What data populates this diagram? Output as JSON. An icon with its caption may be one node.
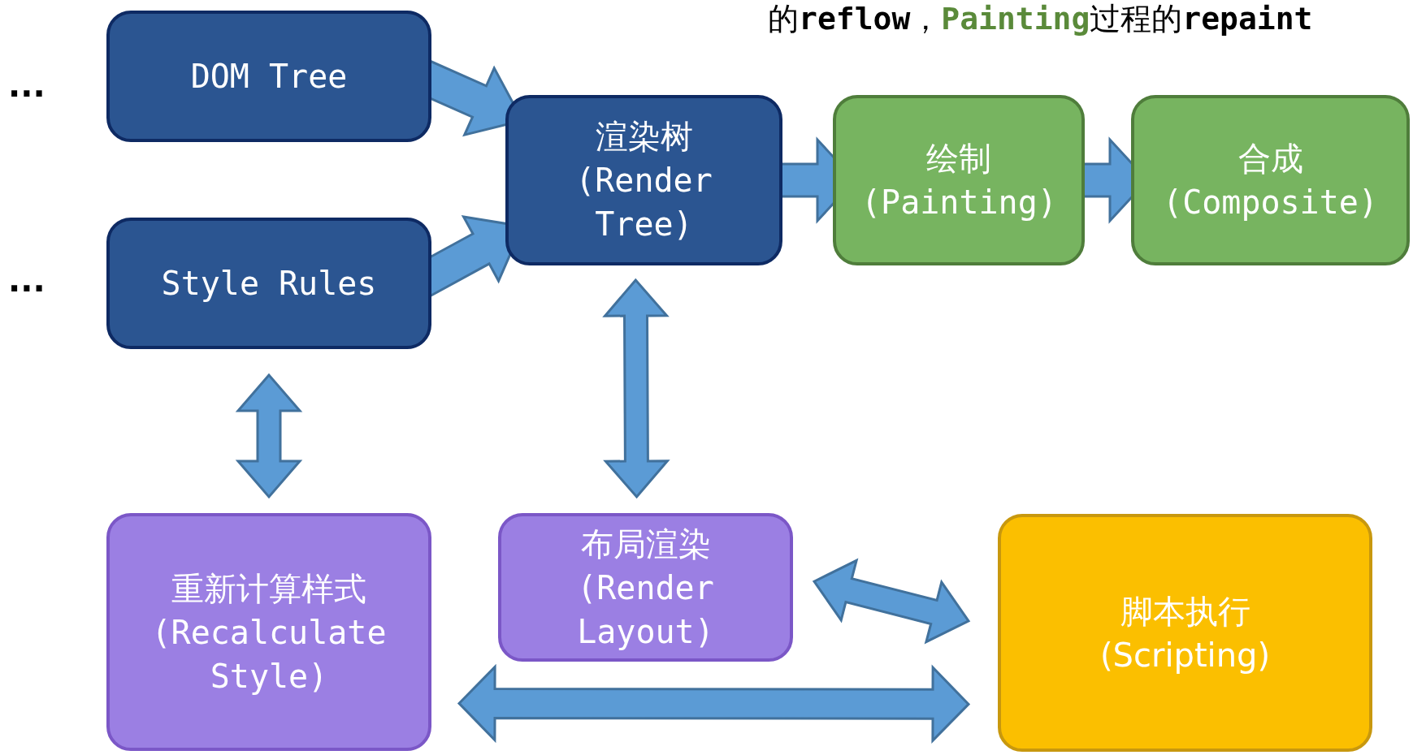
{
  "diagram": {
    "nodes": [
      {
        "text": [
          "DOM Tree"
        ]
      },
      {
        "text": [
          "Style Rules"
        ]
      },
      {
        "text": [
          "渲染树 (Render Tree)"
        ]
      },
      {
        "text": [
          "绘制 (Painting)"
        ]
      },
      {
        "text": [
          "合成 (Composite)"
        ]
      },
      {
        "text": [
          "重新计算样式 (Recalculate Style)"
        ]
      },
      {
        "text": [
          "布局渲染 (Render Layout)"
        ]
      },
      {
        "text": [
          "脚本执行 (Scripting)"
        ]
      }
    ],
    "edges": [
      {
        "from": 0,
        "to": 2,
        "arrow": "to"
      },
      {
        "from": 1,
        "to": 2,
        "arrow": "to"
      },
      {
        "from": 2,
        "to": 3,
        "arrow": "to"
      },
      {
        "from": 3,
        "to": 4,
        "arrow": "to"
      },
      {
        "from": 1,
        "to": 5,
        "arrow": "both"
      },
      {
        "from": 2,
        "to": 6,
        "arrow": "both"
      },
      {
        "from": 6,
        "to": 7,
        "arrow": "both"
      },
      {
        "from": 5,
        "to": 7,
        "arrow": "both"
      }
    ],
    "labels": [
      "的**reflow**，**Painting**过程的**repaint**",
      "...",
      "..."
    ]
  }
}
